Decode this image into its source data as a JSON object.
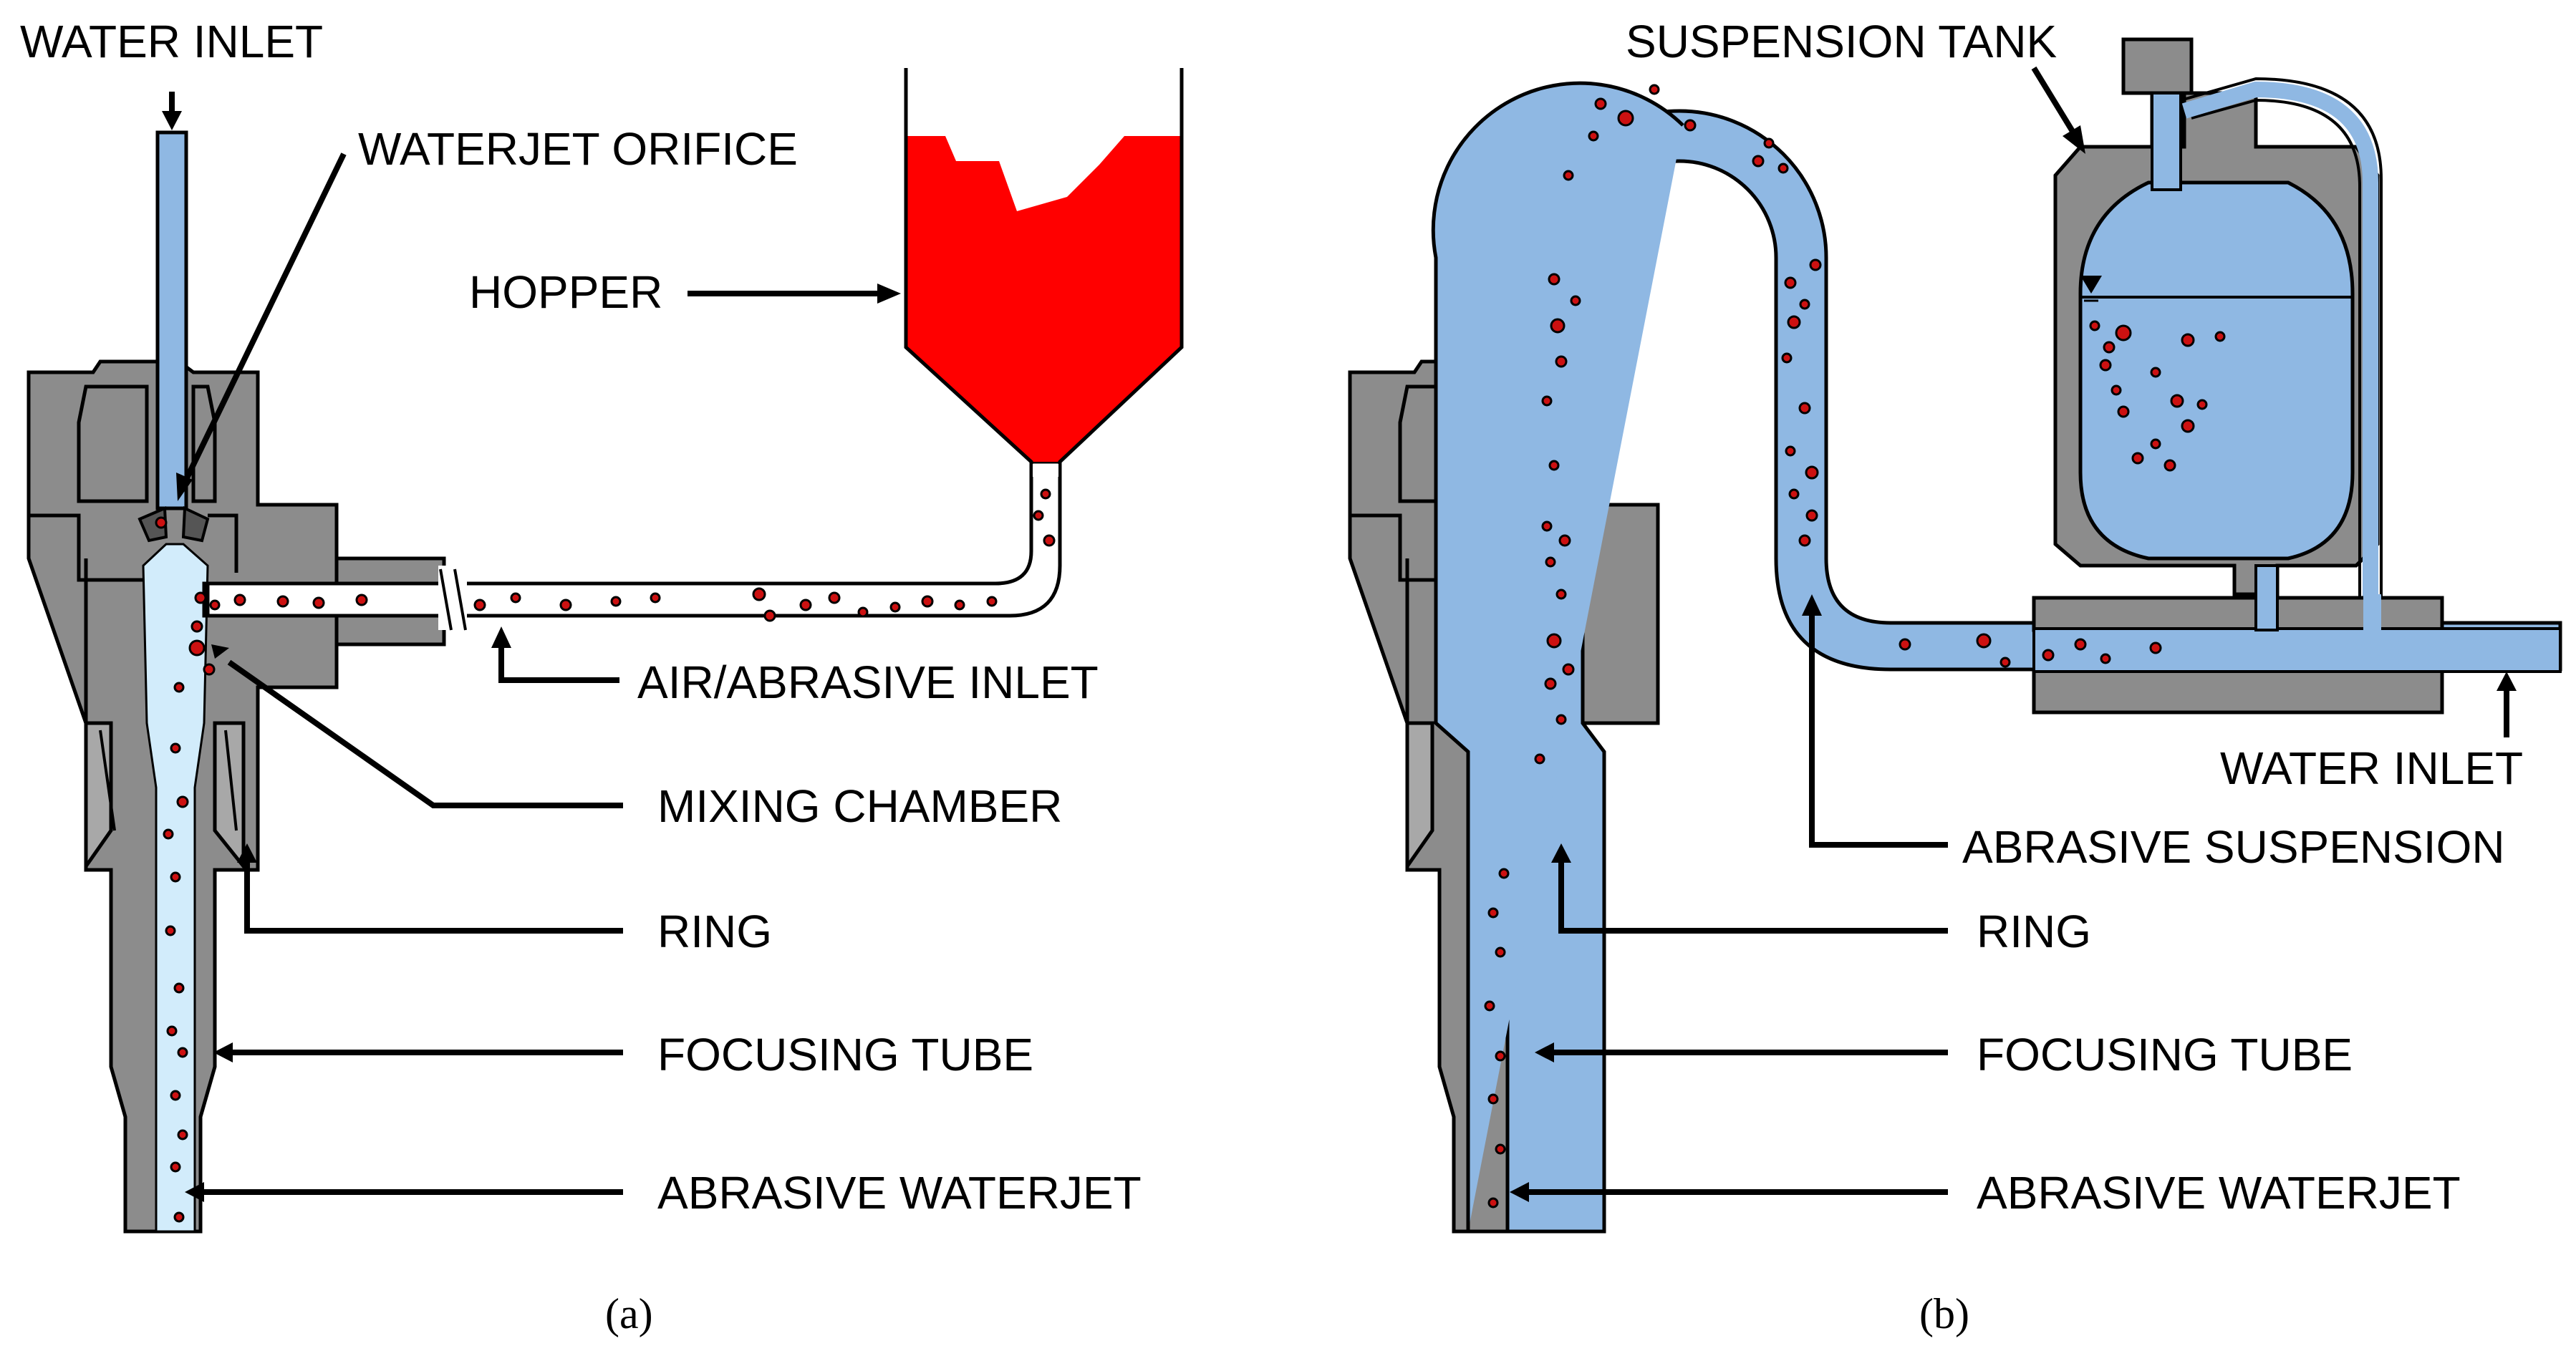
{
  "panel_a": {
    "labels": {
      "water_inlet": "WATER INLET",
      "waterjet_orifice": "WATERJET ORIFICE",
      "hopper": "HOPPER",
      "air_abrasive_inlet": "AIR/ABRASIVE INLET",
      "mixing_chamber": "MIXING CHAMBER",
      "ring": "RING",
      "focusing_tube": "FOCUSING TUBE",
      "abrasive_waterjet": "ABRASIVE WATERJET"
    },
    "caption": "(a)"
  },
  "panel_b": {
    "labels": {
      "suspension_tank": "SUSPENSION TANK",
      "water_inlet": "WATER INLET",
      "abrasive_suspension": "ABRASIVE SUSPENSION",
      "ring": "RING",
      "focusing_tube": "FOCUSING TUBE",
      "abrasive_waterjet": "ABRASIVE WATERJET"
    },
    "caption": "(b)"
  },
  "colors": {
    "housing": "#8c8c8c",
    "water": "#8fb8e3",
    "jet": "#d2ecfb",
    "abrasive": "#ff0000",
    "particle": "#cc1111"
  }
}
